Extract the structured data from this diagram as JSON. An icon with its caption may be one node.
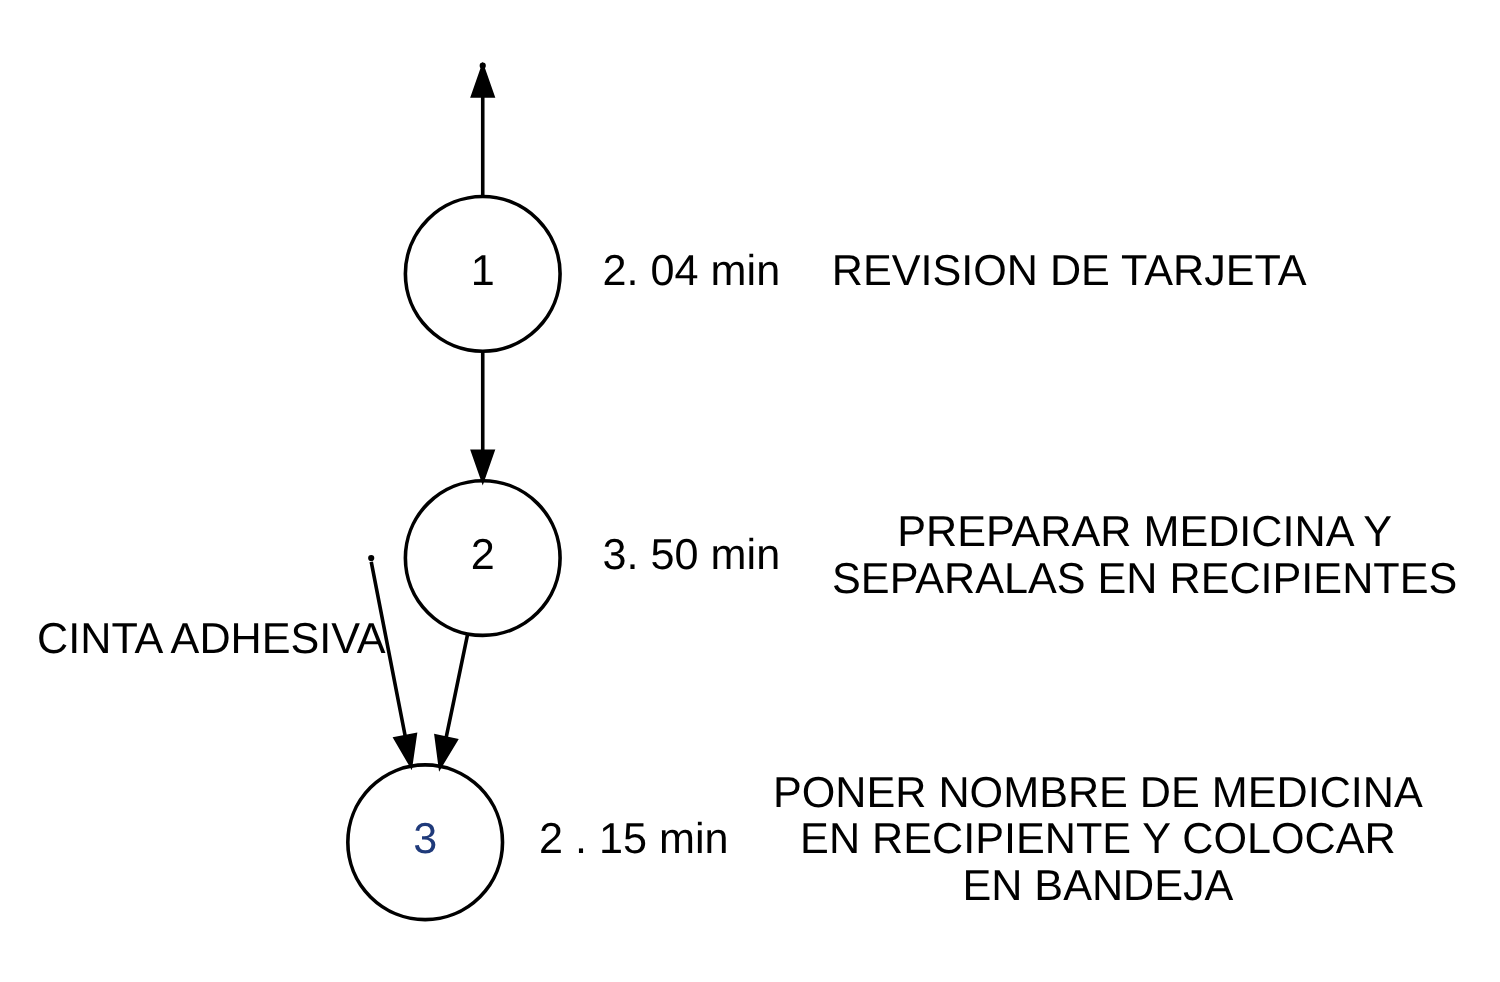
{
  "diagram": {
    "nodes": [
      {
        "text": [
          "1"
        ],
        "beside": [
          "2. 04 min",
          "REVISION DE TARJETA"
        ]
      },
      {
        "text": [
          "2"
        ],
        "beside": [
          "3. 50 min",
          "PREPARAR MEDICINA Y SEPARALAS EN RECIPIENTES"
        ]
      },
      {
        "text": [
          "3"
        ],
        "beside": [
          "2 . 15 min",
          "PONER NOMBRE DE MEDICINA EN RECIPIENTE Y COLOCAR EN BANDEJA"
        ]
      }
    ],
    "edges": [
      {
        "from": 0,
        "to": null,
        "arrow": "to"
      },
      {
        "from": 0,
        "to": 1,
        "arrow": "to"
      },
      {
        "from": 1,
        "to": 2,
        "arrow": "to"
      },
      {
        "from": null,
        "to": 2,
        "arrow": "to",
        "label": "CINTA ADHESIVA"
      }
    ]
  }
}
